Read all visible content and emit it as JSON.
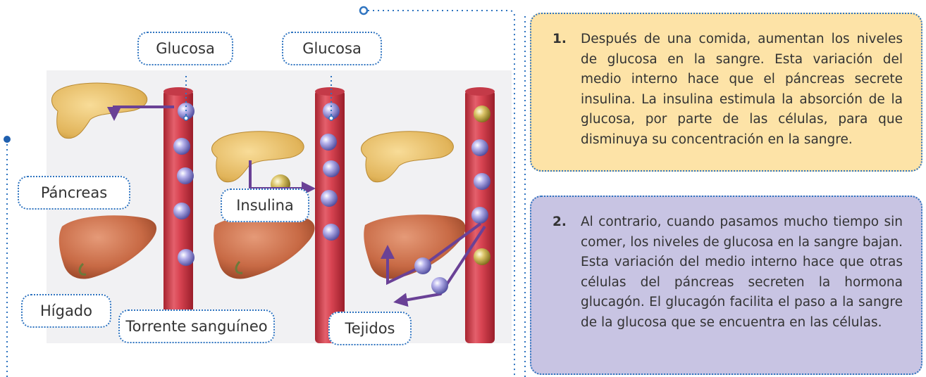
{
  "colors": {
    "accent_blue": "#2f74c0",
    "box1_fill": "#fde3a7",
    "box2_fill": "#c8c4e3",
    "vessel": "#d84452",
    "glucose": "#8f8ad6",
    "glucagon": "#c2a63c",
    "arrow": "#6a4196"
  },
  "labels": {
    "glucosa_1": "Glucosa",
    "glucosa_2": "Glucosa",
    "pancreas": "Páncreas",
    "insulina": "Insulina",
    "higado": "Hígado",
    "torrente": "Torrente sanguíneo",
    "tejidos": "Tejidos"
  },
  "info": [
    {
      "number": "1.",
      "text": "Después de una comida, aumentan los niveles de glucosa en la sangre. Esta variación del medio interno hace que el páncreas secrete insulina. La insulina estimula la absorción de la glucosa, por parte de las células, para que disminuya su concentración en la sangre."
    },
    {
      "number": "2.",
      "text": "Al contrario, cuando pasamos mucho tiempo sin comer, los niveles de glucosa en la sangre bajan. Esta variación del medio interno hace que otras células del páncreas secreten la hormona glucagón. El glucagón facilita el paso a la sangre de la glucosa que se encuentra en las células."
    }
  ]
}
